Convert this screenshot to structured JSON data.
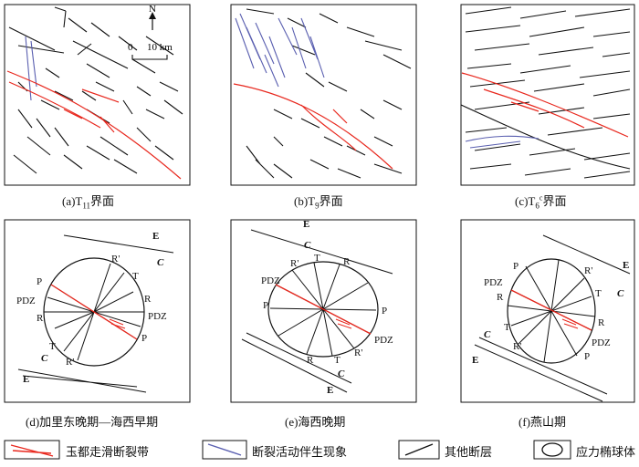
{
  "north": {
    "label": "N",
    "scale_zero": "0",
    "scale_value": "10 km"
  },
  "top_panels": [
    {
      "caption_main": "(a)T",
      "caption_sub": "11",
      "caption_sup": "",
      "caption_tail": "界面"
    },
    {
      "caption_main": "(b)T",
      "caption_sub": "9",
      "caption_sup": "",
      "caption_tail": "界面"
    },
    {
      "caption_main": "(c)T",
      "caption_sub": "6",
      "caption_sup": "c",
      "caption_tail": "界面"
    }
  ],
  "bottom_panels": [
    {
      "caption": "(d)加里东晚期—海西早期",
      "labels": [
        "P",
        "PDZ",
        "R",
        "T",
        "R'",
        "T",
        "R",
        "PDZ",
        "P",
        "R'"
      ],
      "compass": [
        "E",
        "C",
        "C",
        "E"
      ]
    },
    {
      "caption": "(e)海西晚期",
      "labels": [
        "R'",
        "T",
        "R",
        "PDZ",
        "P",
        "R",
        "T",
        "R'",
        "P",
        "PDZ"
      ],
      "compass": [
        "E",
        "C",
        "C",
        "E"
      ]
    },
    {
      "caption": "(f)燕山期",
      "labels": [
        "P",
        "PDZ",
        "R",
        "T",
        "R'",
        "R'",
        "T",
        "R",
        "PDZ",
        "P"
      ],
      "compass": [
        "E",
        "C",
        "C",
        "E"
      ]
    }
  ],
  "legend": [
    {
      "label": "玉都走滑断裂带",
      "icon": "red-fault-symbol",
      "color": "#e8281e"
    },
    {
      "label": "断裂活动伴生现象",
      "icon": "blue-line-symbol",
      "color": "#5a5fb0"
    },
    {
      "label": "其他断层",
      "icon": "black-line-symbol",
      "color": "#111111"
    },
    {
      "label": "应力椭球体",
      "icon": "ellipse-symbol",
      "color": "#111111"
    }
  ],
  "colors": {
    "fault_red": "#e8281e",
    "assoc_blue": "#5a5fb0",
    "line": "#111111"
  }
}
